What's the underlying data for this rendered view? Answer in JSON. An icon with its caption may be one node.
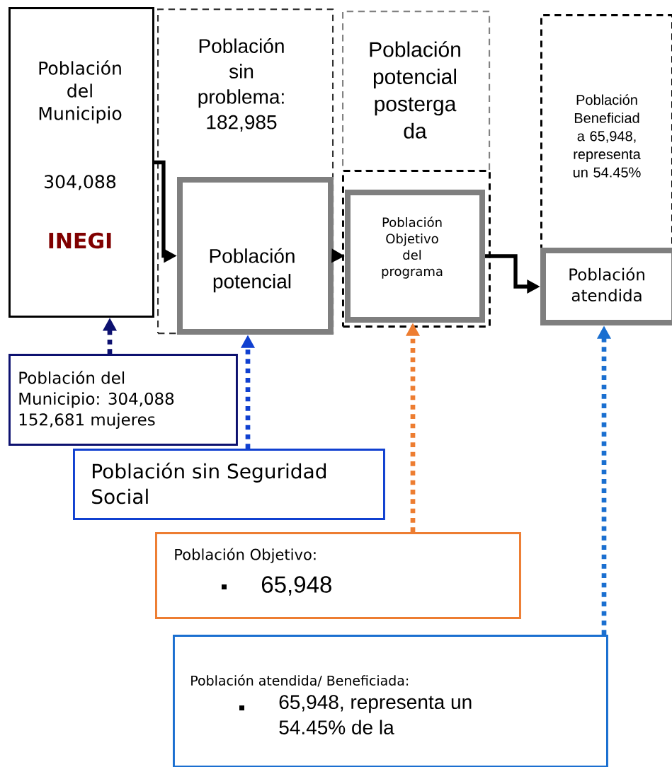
{
  "diagram": {
    "nodes": [
      {
        "text": [
          "Población del Municipio",
          "304,088",
          "INEGI"
        ]
      },
      {
        "text": [
          "Población sin problema: 182,985"
        ]
      },
      {
        "text": [
          "Población potencial"
        ],
        "in": 1
      },
      {
        "text": [
          "Población potencial posterga da"
        ]
      },
      {
        "text": [],
        "shape": "box"
      },
      {
        "text": [
          "Población Objetivo del programa"
        ],
        "in": 4
      },
      {
        "text": [
          "Población Beneficiad a 65,948, representa un 54.45%"
        ]
      },
      {
        "text": [
          "Población atendida"
        ]
      },
      {
        "text": [
          "Población del Municipio: 304,088 152,681 mujeres"
        ]
      },
      {
        "text": [
          "Población sin Seguridad Social"
        ]
      },
      {
        "text": [
          "Población Objetivo:",
          "65,948"
        ]
      },
      {
        "text": [
          "Población atendida/ Beneficiada:",
          "65,948, representa un 54.45% de la"
        ]
      }
    ],
    "edges": [
      {
        "from": 0,
        "to": 2,
        "arrow": "to"
      },
      {
        "from": 2,
        "to": 5,
        "arrow": "to"
      },
      {
        "from": 5,
        "to": 7,
        "arrow": "to"
      },
      {
        "from": 8,
        "to": 0,
        "arrow": "to",
        "style": "dashed",
        "color": "#0d1170"
      },
      {
        "from": 9,
        "to": 2,
        "arrow": "to",
        "style": "dashed",
        "color": "#1040d0"
      },
      {
        "from": 10,
        "to": 5,
        "arrow": "to",
        "style": "dashed",
        "color": "#ed7d31"
      },
      {
        "from": 11,
        "to": 7,
        "arrow": "to",
        "style": "dashed",
        "color": "#1a6fd0"
      }
    ]
  }
}
